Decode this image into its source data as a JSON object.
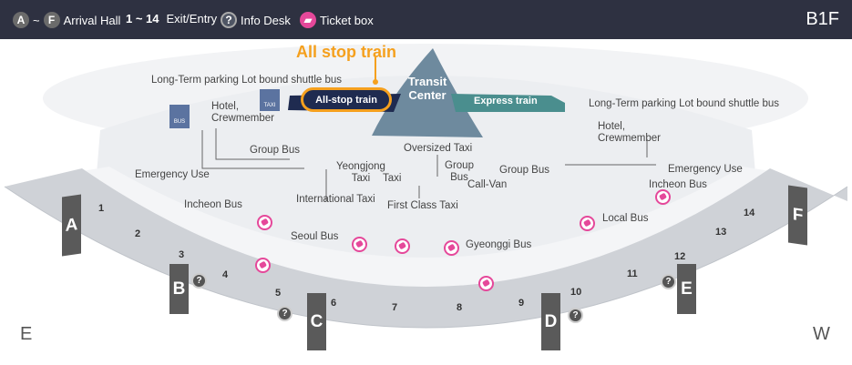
{
  "legend": {
    "hall_from": "A",
    "tilde": "~",
    "hall_to": "F",
    "hall_label": "Arrival Hall",
    "exit_range": "1 ~ 14",
    "exit_label": "Exit/Entry",
    "info_label": "Info Desk",
    "ticket_label": "Ticket box"
  },
  "floor": "B1F",
  "highlight": "All stop train",
  "transit": {
    "center": "Transit Center",
    "all_stop": "All-stop train",
    "express": "Express train"
  },
  "labels": {
    "lt_left": "Long-Term parking Lot bound shuttle bus",
    "lt_right": "Long-Term parking Lot bound shuttle bus",
    "hotel_left": "Hotel, Crewmember",
    "hotel_right": "Hotel, Crewmember",
    "group_bus_left": "Group Bus",
    "group_bus_right": "Group Bus",
    "group_bus_mid": "Group Bus",
    "emergency_left": "Emergency Use",
    "emergency_right": "Emergency Use",
    "incheon_left": "Incheon Bus",
    "incheon_right": "Incheon Bus",
    "yeongjong": "Yeongjong Taxi",
    "taxi": "Taxi",
    "oversized": "Oversized Taxi",
    "callvan": "Call-Van",
    "international": "International Taxi",
    "firstclass": "First Class Taxi",
    "seoul": "Seoul Bus",
    "gyeonggi": "Gyeonggi Bus",
    "local": "Local Bus",
    "bus_icon": "BUS",
    "taxi_icon": "TAXI"
  },
  "halls": [
    "A",
    "B",
    "C",
    "D",
    "E",
    "F"
  ],
  "directions": {
    "east": "E",
    "west": "W"
  },
  "exits": [
    "1",
    "2",
    "3",
    "4",
    "5",
    "6",
    "7",
    "8",
    "9",
    "10",
    "11",
    "12",
    "13",
    "14"
  ],
  "colors": {
    "topbar": "#2e3141",
    "highlight": "#f5a01e",
    "all_stop": "#1f2b50",
    "express": "#4a8e8e",
    "transit": "#6e8a9e",
    "ticket": "#e5489a"
  }
}
